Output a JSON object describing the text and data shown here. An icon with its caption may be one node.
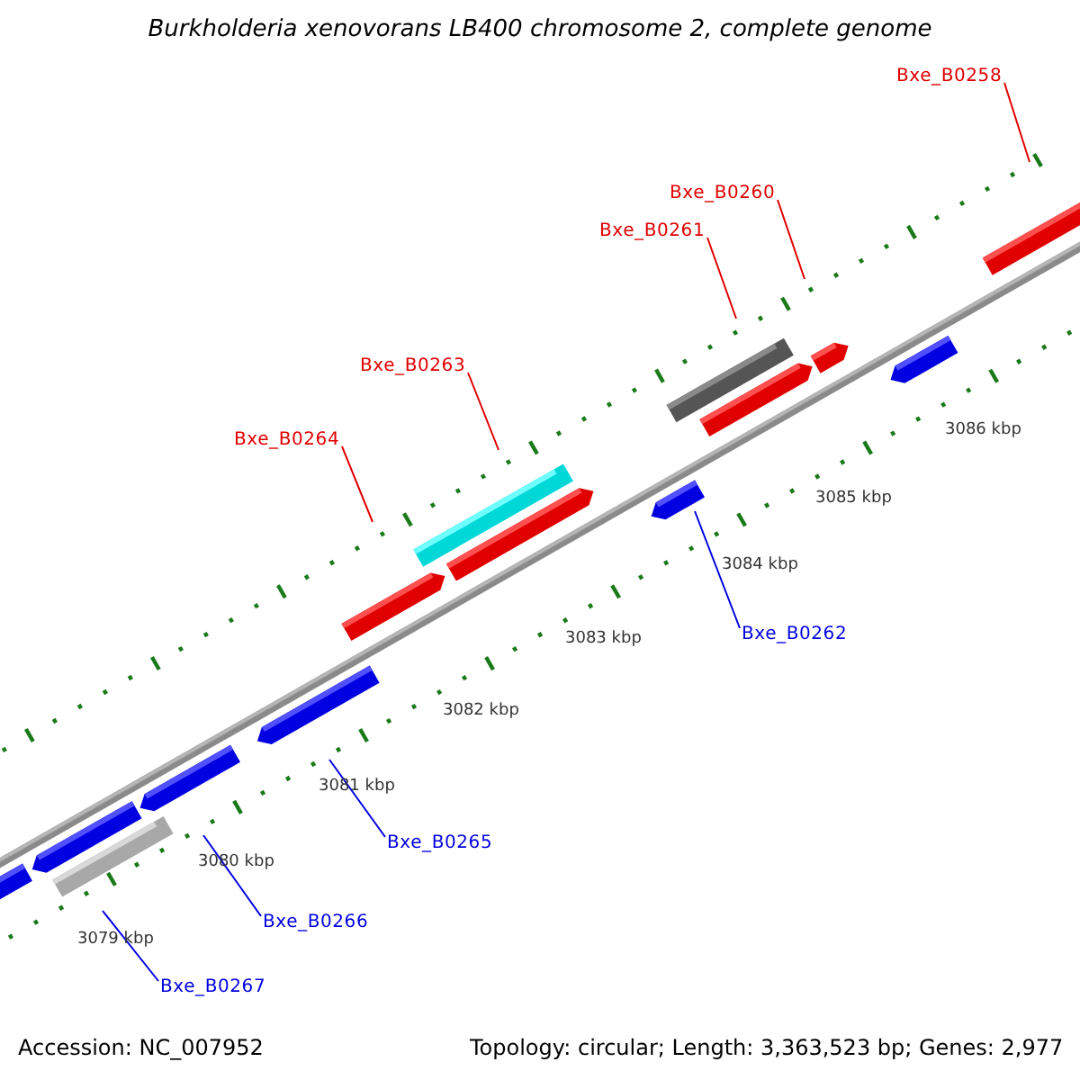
{
  "diagram": {
    "title": "Burkholderia xenovorans LB400 chromosome 2, complete genome",
    "nodes": [
      {
        "text": [
          "Bxe_B0258"
        ]
      },
      {
        "text": [
          "Bxe_B0260"
        ]
      },
      {
        "text": [
          "Bxe_B0261"
        ]
      },
      {
        "text": [
          "Bxe_B0263"
        ]
      },
      {
        "text": [
          "Bxe_B0264"
        ]
      },
      {
        "text": [
          "Bxe_B0262"
        ]
      },
      {
        "text": [
          "Bxe_B0265"
        ]
      },
      {
        "text": [
          "Bxe_B0266"
        ]
      },
      {
        "text": [
          "Bxe_B0267"
        ]
      }
    ],
    "edges": [
      {
        "from": 0,
        "to": null,
        "arrow": "none"
      },
      {
        "from": 1,
        "to": null,
        "arrow": "none"
      },
      {
        "from": 2,
        "to": null,
        "arrow": "none"
      },
      {
        "from": 3,
        "to": null,
        "arrow": "none"
      },
      {
        "from": 4,
        "to": null,
        "arrow": "none"
      },
      {
        "from": 5,
        "to": null,
        "arrow": "none",
        "color": "#0000e0"
      },
      {
        "from": 6,
        "to": null,
        "arrow": "none",
        "color": "#0000e0"
      },
      {
        "from": 7,
        "to": null,
        "arrow": "none",
        "color": "#0000e0"
      },
      {
        "from": 8,
        "to": null,
        "arrow": "none",
        "color": "#0000e0"
      }
    ],
    "labels": [
      "3086 kbp",
      "3085 kbp",
      "3084 kbp",
      "3083 kbp",
      "3082 kbp",
      "3081 kbp",
      "3080 kbp",
      "3079 kbp",
      "Accession: NC_007952",
      "Topology: circular; Length: 3,363,523 bp; Genes: 2,977"
    ]
  }
}
